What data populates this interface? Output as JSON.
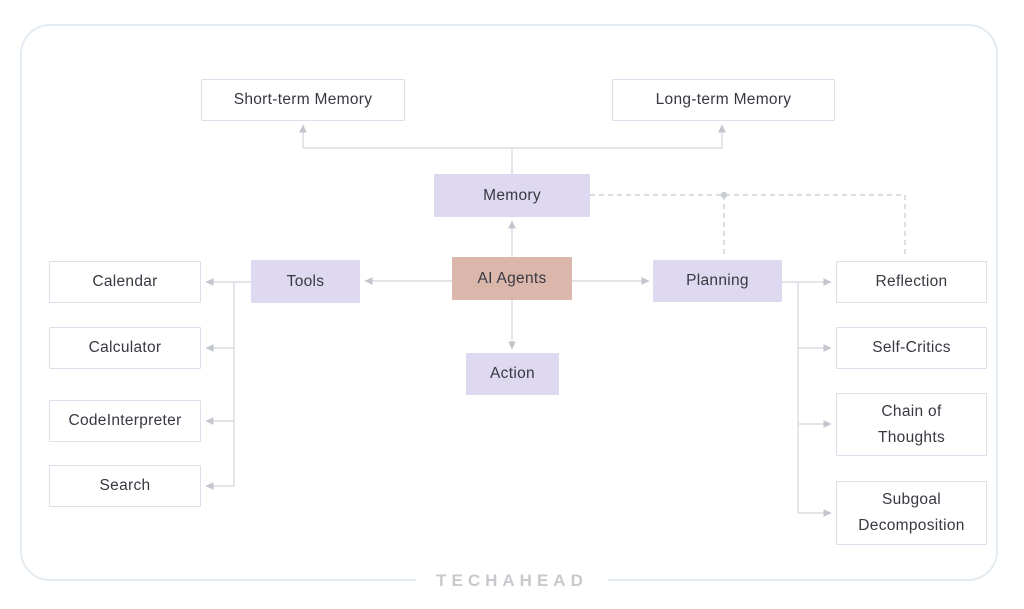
{
  "page": {
    "brand": "TECHAHEAD"
  },
  "diagram": {
    "title_implicit": "AI Agents",
    "nodes": {
      "ai_agents": {
        "label": "AI Agents",
        "variant": "rose"
      },
      "memory": {
        "label": "Memory",
        "variant": "lavender"
      },
      "tools": {
        "label": "Tools",
        "variant": "lavender"
      },
      "action": {
        "label": "Action",
        "variant": "lavender"
      },
      "planning": {
        "label": "Planning",
        "variant": "lavender"
      },
      "short_term": {
        "label": "Short-term Memory",
        "variant": "plain"
      },
      "long_term": {
        "label": "Long-term Memory",
        "variant": "plain"
      },
      "calendar": {
        "label": "Calendar",
        "variant": "plain"
      },
      "calculator": {
        "label": "Calculator",
        "variant": "plain"
      },
      "code_interpreter": {
        "label": "CodeInterpreter",
        "variant": "plain"
      },
      "search": {
        "label": "Search",
        "variant": "plain"
      },
      "reflection": {
        "label": "Reflection",
        "variant": "plain"
      },
      "self_critics": {
        "label": "Self-Critics",
        "variant": "plain"
      },
      "chain_of_thoughts": {
        "label": "Chain of Thoughts",
        "variant": "plain"
      },
      "subgoal_decomposition": {
        "label": "Subgoal Decomposition",
        "variant": "plain"
      }
    },
    "edges": [
      {
        "from": "ai_agents",
        "to": "memory",
        "style": "solid-arrow"
      },
      {
        "from": "ai_agents",
        "to": "action",
        "style": "solid-arrow"
      },
      {
        "from": "ai_agents",
        "to": "tools",
        "style": "solid-arrow"
      },
      {
        "from": "ai_agents",
        "to": "planning",
        "style": "solid-arrow"
      },
      {
        "from": "memory",
        "to": "short_term",
        "style": "solid-arrow"
      },
      {
        "from": "memory",
        "to": "long_term",
        "style": "solid-arrow"
      },
      {
        "from": "tools",
        "to": "calendar",
        "style": "solid-arrow"
      },
      {
        "from": "tools",
        "to": "calculator",
        "style": "solid-arrow"
      },
      {
        "from": "tools",
        "to": "code_interpreter",
        "style": "solid-arrow"
      },
      {
        "from": "tools",
        "to": "search",
        "style": "solid-arrow"
      },
      {
        "from": "planning",
        "to": "reflection",
        "style": "solid-arrow"
      },
      {
        "from": "planning",
        "to": "self_critics",
        "style": "solid-arrow"
      },
      {
        "from": "planning",
        "to": "chain_of_thoughts",
        "style": "solid-arrow"
      },
      {
        "from": "planning",
        "to": "subgoal_decomposition",
        "style": "solid-arrow"
      },
      {
        "from": "memory",
        "to": "planning",
        "style": "dashed"
      },
      {
        "from": "memory",
        "to": "reflection",
        "style": "dashed"
      }
    ],
    "colors": {
      "rose_node": "#dbb7ab",
      "lavender_node": "#ded9f0",
      "plain_node_border": "#e0deea",
      "connector": "#dadbe2",
      "dashed_connector": "#ced0d8",
      "arrowhead": "#c4c6ce",
      "text": "#393842",
      "card_border": "#e4ebf0",
      "brand_text": "#c9c9cd"
    }
  }
}
